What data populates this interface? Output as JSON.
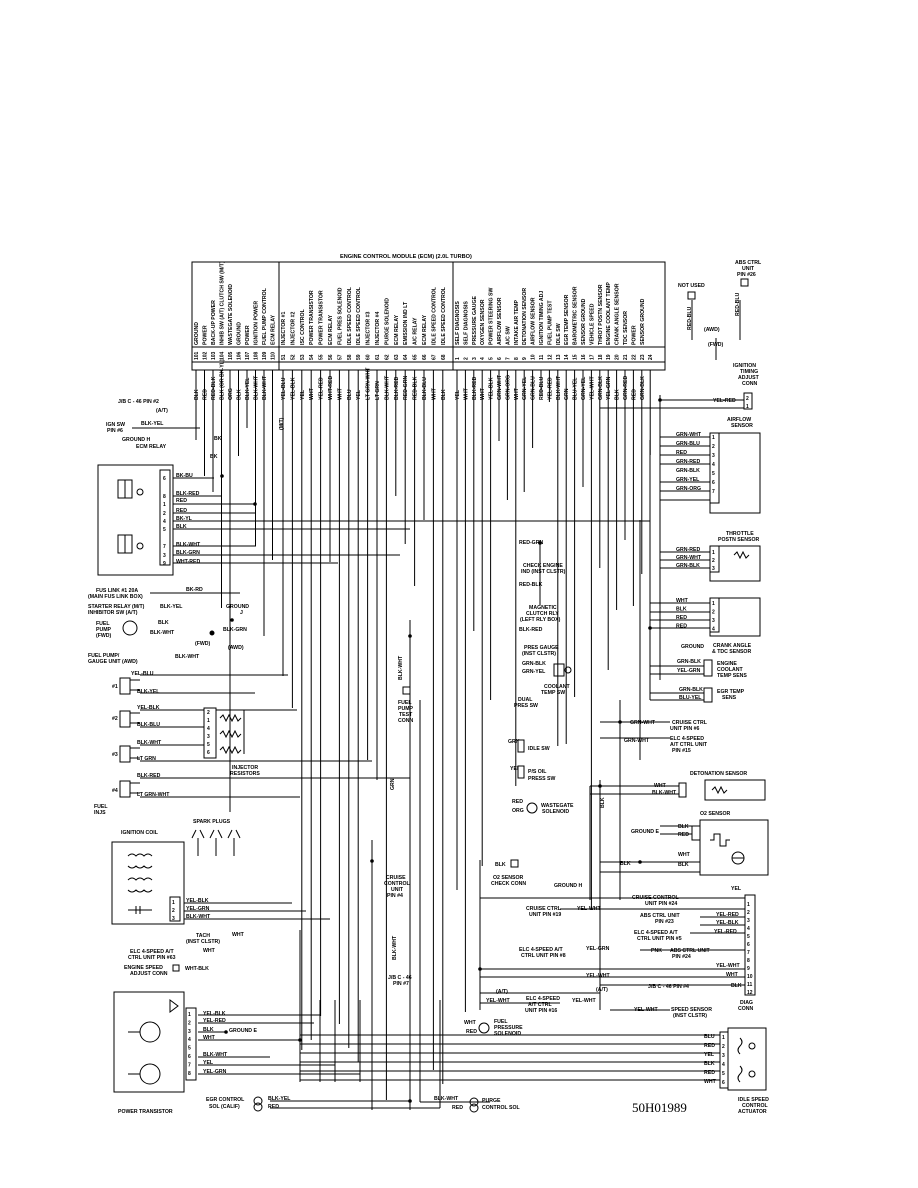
{
  "ecm": {
    "title": "ENGINE CONTROL MODULE (ECM) (2.0L TURBO)",
    "pins_left": [
      {
        "pin": "101",
        "func": "GROUND",
        "wire": "BLK"
      },
      {
        "pin": "102",
        "func": "POWER",
        "wire": "RED"
      },
      {
        "pin": "103",
        "func": "BACK-UP POWER",
        "wire": "RED-BLK"
      },
      {
        "pin": "104",
        "func": "INHIB SW (A/T) CLUTCH SW (M/T)",
        "wire": "BLK (OR BK-YL)"
      },
      {
        "pin": "105",
        "func": "WASTEGATE SOLENOID",
        "wire": "ORG"
      },
      {
        "pin": "106",
        "func": "GROUND",
        "wire": "BLK"
      },
      {
        "pin": "107",
        "func": "POWER",
        "wire": "BLK-YEL"
      },
      {
        "pin": "108",
        "func": "IGNITION POWER",
        "wire": "BLK-WHT"
      },
      {
        "pin": "109",
        "func": "FUEL PUMP CONTROL",
        "wire": "BLK-WHT"
      },
      {
        "pin": "110",
        "func": "ECM RELAY",
        "wire": ""
      }
    ],
    "pins_mid": [
      {
        "pin": "51",
        "func": "INJECTOR #1",
        "wire": "YEL-BLU"
      },
      {
        "pin": "52",
        "func": "INJECTOR #2",
        "wire": "YEL-BLK"
      },
      {
        "pin": "53",
        "func": "ISC CONTROL",
        "wire": "YEL"
      },
      {
        "pin": "54",
        "func": "POWER TRANSISTOR",
        "wire": "WHT"
      },
      {
        "pin": "55",
        "func": "POWER TRANSISTOR",
        "wire": "YEL-RED"
      },
      {
        "pin": "56",
        "func": "ECM RELAY",
        "wire": "WHT-RED"
      },
      {
        "pin": "57",
        "func": "FUEL PRES SOLENOID",
        "wire": "WHT"
      },
      {
        "pin": "58",
        "func": "IDLE SPEED CONTROL",
        "wire": "BLU"
      },
      {
        "pin": "59",
        "func": "IDLE SPEED CONTROL",
        "wire": "YEL"
      },
      {
        "pin": "60",
        "func": "INJECTOR #3",
        "wire": "LT GRN-WHT"
      },
      {
        "pin": "61",
        "func": "INJECTOR #4",
        "wire": "LT GRN"
      },
      {
        "pin": "62",
        "func": "PURGE SOLENOID",
        "wire": "BLK-WHT"
      },
      {
        "pin": "63",
        "func": "ECM RELAY",
        "wire": "BLK-RED"
      },
      {
        "pin": "64",
        "func": "EMISSION IND LT",
        "wire": "RED-GRN"
      },
      {
        "pin": "65",
        "func": "A/C RELAY",
        "wire": "RED-BLK"
      },
      {
        "pin": "66",
        "func": "ECM RELAY",
        "wire": "BLK-BLU"
      },
      {
        "pin": "67",
        "func": "IDLE SPEED CONTROL",
        "wire": "WHT"
      },
      {
        "pin": "68",
        "func": "IDLE SPEED CONTROL",
        "wire": "BLK"
      }
    ],
    "pins_right": [
      {
        "pin": "1",
        "func": "SELF DIAGNOSIS",
        "wire": "YEL"
      },
      {
        "pin": "2",
        "func": "SELF DIAGNOSIS",
        "wire": "WHT"
      },
      {
        "pin": "3",
        "func": "PRESSURE GAUGE",
        "wire": "BLK-RED"
      },
      {
        "pin": "4",
        "func": "OXYGEN SENSOR",
        "wire": "WHT"
      },
      {
        "pin": "5",
        "func": "POWER STEERING SW",
        "wire": "YEL-BLK"
      },
      {
        "pin": "6",
        "func": "AIRFLOW SENSOR",
        "wire": "GRN-WHT"
      },
      {
        "pin": "7",
        "func": "A/C SW",
        "wire": "GRN-ORG"
      },
      {
        "pin": "8",
        "func": "INTAKE AIR TEMP",
        "wire": "WHT"
      },
      {
        "pin": "9",
        "func": "DETONATION SENSOR",
        "wire": "GRN-YEL"
      },
      {
        "pin": "10",
        "func": "AIRFLOW SENSOR",
        "wire": "GRN-BLU"
      },
      {
        "pin": "11",
        "func": "IGNITION TIMING ADJ",
        "wire": "RED-BLU"
      },
      {
        "pin": "12",
        "func": "FUEL PUMP TEST",
        "wire": "YEL-RED"
      },
      {
        "pin": "13",
        "func": "IDLE SW",
        "wire": "BLK-WHT"
      },
      {
        "pin": "14",
        "func": "EGR TEMP SENSOR",
        "wire": "GRN"
      },
      {
        "pin": "15",
        "func": "BAROMETRIC SENSOR",
        "wire": "BLU-YEL"
      },
      {
        "pin": "16",
        "func": "SENSOR GROUND",
        "wire": "GRN-YEL"
      },
      {
        "pin": "17",
        "func": "VEHICLE SPEED",
        "wire": "YEL-WHT"
      },
      {
        "pin": "18",
        "func": "THROT POSTN SENSOR",
        "wire": "GRN-BLK"
      },
      {
        "pin": "19",
        "func": "ENGINE COOLANT TEMP",
        "wire": "YEL-GRN"
      },
      {
        "pin": "20",
        "func": "CRANK ANGLE SENSOR",
        "wire": "BLK"
      },
      {
        "pin": "21",
        "func": "TDC SENSOR",
        "wire": "GRN-RED"
      },
      {
        "pin": "22",
        "func": "POWER",
        "wire": "RED"
      },
      {
        "pin": "23",
        "func": "SENSOR GROUND",
        "wire": "GRN-BLK"
      },
      {
        "pin": "24",
        "func": "",
        "wire": ""
      }
    ]
  },
  "left": {
    "jb_c46_pin2": "J/B C - 46 PIN #2",
    "at": "(A/T)",
    "mt": "(M/T)",
    "ign_sw": "IGN SW",
    "pin6": "PIN #6",
    "ground_h": "GROUND H",
    "ecm_relay": "ECM RELAY",
    "bk_bu": "BK-BU",
    "blk_red": "BLK-RED",
    "red": "RED",
    "red2": "RED",
    "bk_yl": "BK-YL",
    "blk": "BLK",
    "blk_wht": "BLK-WHT",
    "blk_grn": "BLK-GRN",
    "wht_red": "WHT-RED",
    "blk_yel": "BLK-YEL",
    "bk": "BK",
    "bk2": "BK",
    "fus_link": "FUS LINK #1 20A",
    "main_fus_box": "(MAIN FUS LINK BOX)",
    "bk_rd": "BK-RD",
    "starter_relay": "STARTER RELAY (M/T)",
    "inhibitor_sw": "INHIBITOR SW (A/T)",
    "ground_j": "GROUND",
    "ground_j_letter": "J",
    "fuel_pump": "FUEL",
    "fuel_pump2": "PUMP",
    "fwd": "(FWD)",
    "fwd2": "(FWD)",
    "awd": "(AWD)",
    "fuel_pump_gauge": "FUEL PUMP/",
    "gauge_unit": "GAUGE UNIT (AWD)",
    "blk_grn2": "BLK-GRN",
    "blk_wht_fp": "BLK-WHT",
    "inj1": "#1",
    "inj2": "#2",
    "inj3": "#3",
    "inj4": "#4",
    "yel_blu": "YEL-BLU",
    "blk_yel2": "BLK-YEL",
    "yel_blk": "YEL-BLK",
    "blk_blu": "BLK-BLU",
    "blk_wht2": "BLK-WHT",
    "lt_grn": "LT GRN",
    "blk_red2": "BLK-RED",
    "lt_grn_wht": "LT GRN-WHT",
    "fuel_inj": "FUEL",
    "inj": "INJS",
    "injector_resistors": "INJECTOR",
    "injector_resistors2": "RESISTORS",
    "spark_plugs": "SPARK PLUGS",
    "ignition_coil": "IGNITION COIL",
    "yel_blk_c": "YEL-BLK",
    "yel_grn_c": "YEL-GRN",
    "blk_wht_c": "BLK-WHT",
    "tach": "TACH",
    "inst_clstr": "(INST CLSTR)",
    "wht_t": "WHT",
    "elc_4spd": "ELC 4-SPEED A/T",
    "ctrl_unit_63": "CTRL UNIT PIN #63",
    "wht_e": "WHT",
    "eng_speed": "ENGINE SPEED",
    "adjust_conn": "ADJUST CONN",
    "wht_blk": "WHT-BLK",
    "power_transistor": "POWER TRANSISTOR",
    "pt_yel_blk": "YEL-BLK",
    "pt_yel_red": "YEL-RED",
    "pt_blk": "BLK",
    "pt_wht": "WHT",
    "pt_blk_wht": "BLK-WHT",
    "pt_yel": "YEL",
    "pt_yel_grn": "YEL-GRN",
    "ground_e": "GROUND E",
    "egr_control": "EGR CONTROL",
    "sol_calif": "SOL (CALIF)",
    "egr_blk_yel": "BLK-YEL",
    "egr_red": "RED"
  },
  "center": {
    "m_t": "(M/T)",
    "fuel_pump_test": "FUEL",
    "fuel_pump_test2": "PUMP",
    "fuel_pump_test3": "TEST",
    "fuel_pump_test4": "CONN",
    "blk_wht_v": "BLK-WHT",
    "grn_v": "GRN",
    "cruise_ctrl": "CRUISE",
    "cruise_ctrl2": "CONTROL",
    "cruise_ctrl3": "UNIT",
    "cruise_ctrl4": "PIN #4",
    "blk_wht_v2": "BLK-WHT",
    "jb_c46": "J/B C - 46",
    "pin7": "PIN #7",
    "red_grn": "RED-GRN",
    "check_engine": "CHECK ENGINE",
    "ind_inst": "IND (INST CLSTR)",
    "red_blk": "RED-BLK",
    "magnetic": "MAGNETIC",
    "clutch_rly": "CLUTCH RLY",
    "left_rly_box": "(LEFT RLY BOX)",
    "blk_red": "BLK-RED",
    "press_gauge": "PRES GAUGE",
    "press_gauge2": "(INST CLSTR)",
    "grn_blk": "GRN-BLK",
    "grn_yel": "GRN-YEL",
    "coolant_temp_sw": "COOLANT",
    "coolant_temp_sw2": "TEMP SW",
    "dual_press_sw": "DUAL",
    "dual_press_sw2": "PRES SW",
    "grn": "GRN",
    "idle_sw": "IDLE SW",
    "yel": "YEL",
    "ps_oil": "P/S OIL",
    "press_sw": "PRESS SW",
    "red": "RED",
    "org": "ORG",
    "wastegate": "WASTEGATE",
    "solenoid": "SOLENOID",
    "blk": "BLK",
    "o2_check": "O2 SENSOR",
    "o2_check2": "CHECK CONN",
    "ground_h": "GROUND H",
    "cruise_ctrl_19": "CRUISE CTRL",
    "unit_pin_19": "UNIT PIN #19",
    "yel_wht": "YEL-WHT",
    "elc_4spd_a": "ELC 4-SPEED A/T",
    "ctrl_unit_8": "CTRL UNIT PIN #8",
    "yel_grn": "YEL-GRN",
    "at1": "(A/T)",
    "at2": "(A/T)",
    "yel_wht2": "YEL-WHT",
    "elc_4spd_b": "ELC 4-SPEED",
    "at_ctrl": "A/T CTRL",
    "unit_pin_16": "UNIT PIN #16",
    "yel_wht3": "YEL-WHT",
    "yel_wht4": "YEL-WHT",
    "wht": "WHT",
    "red2": "RED",
    "fuel_press": "FUEL",
    "fuel_press2": "PRESSURE",
    "fuel_press3": "SOLENOID",
    "blk_wht_p": "BLK-WHT",
    "red_p": "RED",
    "purge": "PURGE",
    "purge2": "CONTROL SOL"
  },
  "right": {
    "not_used": "NOT USED",
    "abs_ctrl": "ABS CTRL",
    "unit": "UNIT",
    "pin26": "PIN #26",
    "red_blu": "RED-BLU",
    "red_blu2": "RED-BLU",
    "awd": "(AWD)",
    "fwd": "(FWD)",
    "ign_timing": "IGNITION",
    "ign_timing2": "TIMING",
    "ign_timing3": "ADJUST",
    "ign_timing4": "CONN",
    "yel_red": "YEL-RED",
    "airflow": "AIRFLOW",
    "airflow2": "SENSOR",
    "af_wires": [
      "GRN-WHT",
      "GRN-BLU",
      "RED",
      "GRN-RED",
      "GRN-BLK",
      "GRN-YEL",
      "GRN-ORG"
    ],
    "throttle": "THROTTLE",
    "throttle2": "POSTN SENSOR",
    "tp_wires": [
      "GRN-RED",
      "GRN-WHT",
      "GRN-BLK"
    ],
    "crank_wires": [
      "WHT",
      "BLK",
      "RED",
      "RED"
    ],
    "ground": "GROUND",
    "crank": "CRANK ANGLE",
    "crank2": "& TDC SENSOR",
    "grn_blk": "GRN-BLK",
    "yel_grn": "YEL-GRN",
    "engine_coolant": "ENGINE",
    "engine_coolant2": "COOLANT",
    "engine_coolant3": "TEMP SENS",
    "grn_blk2": "GRN-BLK",
    "blu_yel": "BLU-YEL",
    "egr_temp": "EGR TEMP",
    "egr_temp2": "SENS",
    "grn_wht": "GRN-WHT",
    "cruise_ctrl6": "CRUISE CTRL",
    "cruise_pin6": "UNIT PIN #6",
    "grn_wht2": "GRN-WHT",
    "elc_4spd": "ELC 4-SPEED",
    "at_ctrl_15": "A/T CTRL UNIT",
    "pin15": "PIN #15",
    "detonation": "DETONATION SENSOR",
    "wht": "WHT",
    "blk_wht": "BLK-WHT",
    "blk": "BLK",
    "o2_sensor": "O2 SENSOR",
    "o2_blk": "BLK",
    "o2_red": "RED",
    "o2_ground_e": "GROUND E",
    "o2_wht": "WHT",
    "blk2": "BLK",
    "blk3": "BLK",
    "yel": "YEL",
    "cruise_control": "CRUISE CONTROL",
    "unit_pin_24": "UNIT PIN #24",
    "abs_ctrl_unit": "ABS CTRL UNIT",
    "pin23": "PIN #23",
    "yel_red2": "YEL-RED",
    "yel_blk": "YEL-BLK",
    "elc_4spd2": "ELC 4-SPEED A/T",
    "ctrl_unit_5": "CTRL UNIT PIN #5",
    "yel_red3": "YEL-RED",
    "pnk": "PNK",
    "abs_ctrl_unit2": "ABS CTRL UNIT",
    "pin24": "PIN #24",
    "yel_wht": "YEL-WHT",
    "wht2": "WHT",
    "jb_c46_pin4": "J/B C - 46 PIN #4",
    "blk4": "BLK",
    "speed_sensor": "SPEED SENSOR",
    "speed_sensor2": "(INST CLSTR)",
    "yel_wht2": "YEL-WHT",
    "diag": "DIAG",
    "diag2": "CONN",
    "isc_wires": [
      "BLU",
      "RED",
      "YEL",
      "BLK",
      "RED",
      "WHT"
    ],
    "idle_speed": "IDLE SPEED",
    "idle_speed2": "CONTROL",
    "idle_speed3": "ACTUATOR",
    "figure_code": "50H01989"
  }
}
